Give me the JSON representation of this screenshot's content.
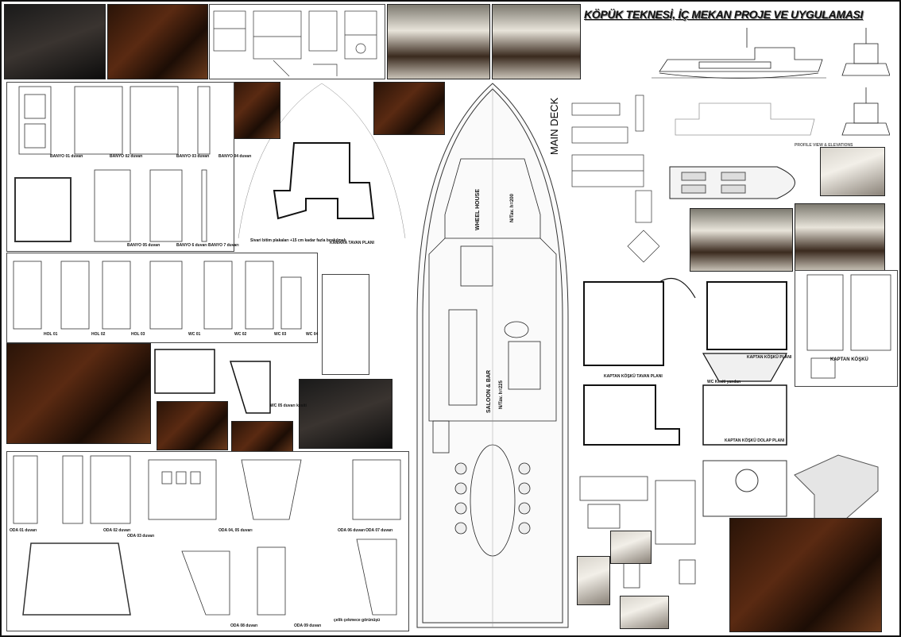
{
  "title": "KÖPÜK TEKNESİ, İÇ MEKAN PROJE VE UYGULAMASI",
  "main_plan": {
    "deck_label": "MAIN DECK",
    "wheel_house": "WHEEL HOUSE",
    "wheel_house_height": "N/Tav. h=200",
    "saloon": "SALOON & BAR",
    "saloon_height": "N/Tav. h=225"
  },
  "captain": {
    "ceiling_plan": "KAPTAN KÖŞKÜ TAVAN PLANI",
    "plan": "KAPTAN KÖŞKÜ PLANI",
    "detail": "KAPTAN KÖŞKÜ",
    "cabinet_plan": "KAPTAN KÖŞKÜ DOLAP PLANI",
    "wc_section": "WC Kesiti yandan"
  },
  "cabin": {
    "ceiling_plan": "KAMARA TAVAN PLANI",
    "note": "Sivari bitim plakaları +15 cm kadar fazla bırakılmalı"
  },
  "bathroom_labels": [
    "BANYO 01 duvarı",
    "BANYO 02 duvarı",
    "BANYO 03 duvarı",
    "BANYO 04 duvarı",
    "BANYO 05 duvarı",
    "BANYO 6 duvarı",
    "BANYO 7 duvarı"
  ],
  "hall_labels": [
    "HOL 01",
    "HOL 02",
    "HOL 03"
  ],
  "wc_labels": [
    "WC 01",
    "WC 02",
    "WC 03",
    "WC 04",
    "WC 05 duvarı kesiti"
  ],
  "room_labels": [
    "ODA 01 duvarı",
    "ODA 02 duvarı",
    "ODA 03 duvarı",
    "ODA 04, 05 duvarı",
    "ODA 06 duvarı",
    "ODA 07 duvarı",
    "ODA 08 duvarı",
    "ODA 09 duvarı"
  ],
  "drawer_label": "çelik çekmece görünüşü",
  "profile_label": "PROFILE VIEW & ELEVATIONS"
}
